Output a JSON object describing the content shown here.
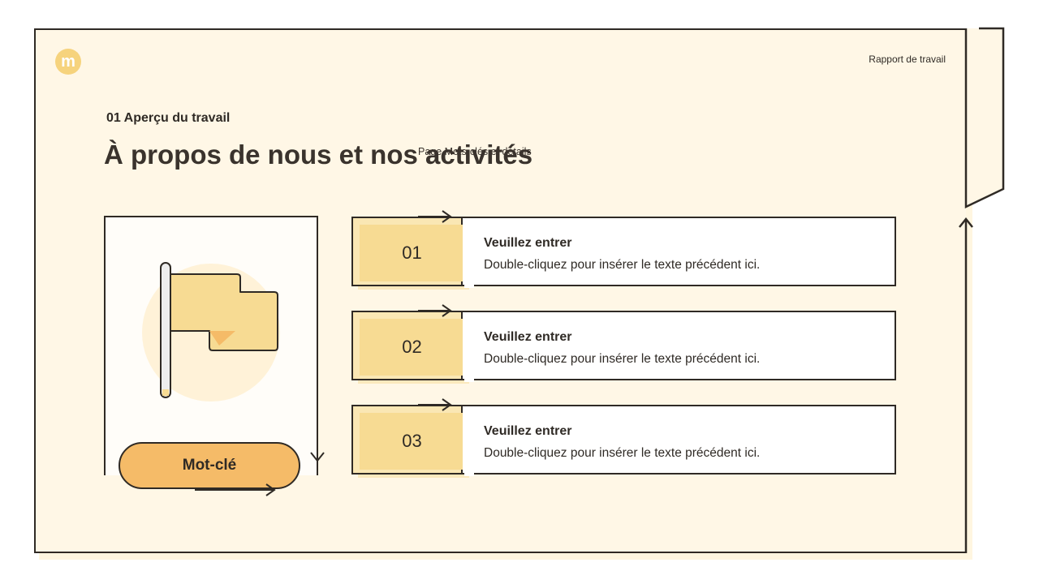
{
  "header": {
    "logo_letter": "m",
    "report_label": "Rapport de travail"
  },
  "section": {
    "label": "01 Aperçu du travail",
    "title": "À propos de nous et nos activités",
    "subtitle": "Page Mots-clés et détails"
  },
  "left_panel": {
    "icon": "flag-icon",
    "keyword_label": "Mot-clé"
  },
  "items": [
    {
      "number": "01",
      "title": "Veuillez entrer",
      "description": "Double-cliquez pour insérer le texte précédent ici."
    },
    {
      "number": "02",
      "title": "Veuillez entrer",
      "description": "Double-cliquez pour insérer le texte précédent ici."
    },
    {
      "number": "03",
      "title": "Veuillez entrer",
      "description": "Double-cliquez pour insérer le texte précédent ici."
    }
  ],
  "colors": {
    "background": "#fff7e6",
    "accent": "#f7db93",
    "button": "#f5bb68",
    "outline": "#2f2a25"
  }
}
